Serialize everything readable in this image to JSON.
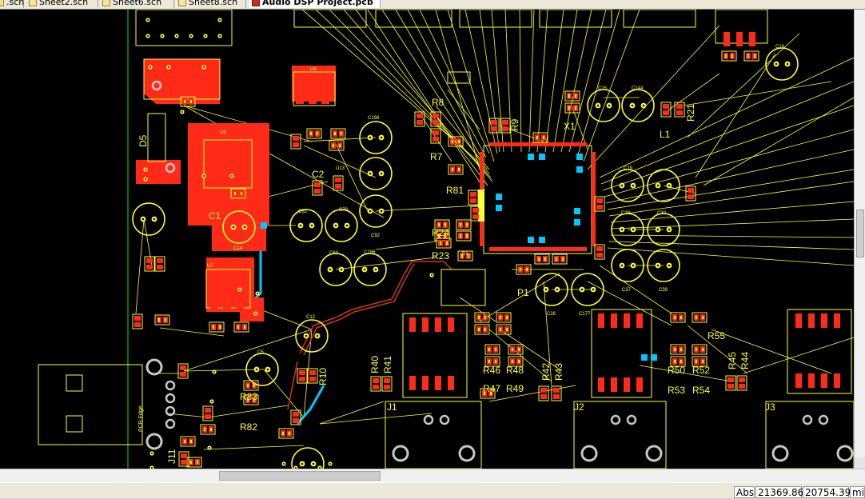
{
  "tabs": [
    {
      "label": ".sch",
      "active": false
    },
    {
      "label": "Sheet2.sch",
      "active": false
    },
    {
      "label": "Sheet6.sch",
      "active": false
    },
    {
      "label": "Sheet8.sch",
      "active": false
    },
    {
      "label": "Audio DSP Project.pcb",
      "active": true
    }
  ],
  "status": {
    "mode": "Abs",
    "x": "21369.86",
    "y": "20754.39",
    "unit": "mil"
  },
  "colors": {
    "background": "#000000",
    "top_layer": "#ff2a18",
    "overlay": "#ffff33",
    "via": "#00c8ff",
    "bottom_layer": "#c83a1a",
    "board_edge": "#00c800"
  },
  "pcb": {
    "designators": [
      "D5",
      "C1",
      "U6",
      "U4",
      "C14",
      "U7",
      "C2",
      "U13",
      "C198",
      "C62",
      "C79",
      "C63",
      "C196",
      "C92",
      "C12",
      "C5",
      "R83",
      "R82",
      "R40",
      "R41",
      "R10",
      "R8",
      "R7",
      "R81",
      "R24",
      "R23",
      "D1",
      "R9",
      "X1",
      "L1",
      "R21",
      "C15",
      "C144",
      "C18",
      "C19",
      "C29",
      "C30",
      "C37",
      "C39",
      "C26",
      "C177",
      "P1",
      "R46",
      "R47",
      "R48",
      "R49",
      "R42",
      "R43",
      "R45",
      "R44",
      "R50",
      "R52",
      "R53",
      "R54",
      "R55",
      "J1",
      "J2",
      "J3",
      "J11",
      "PCB Edge"
    ]
  }
}
